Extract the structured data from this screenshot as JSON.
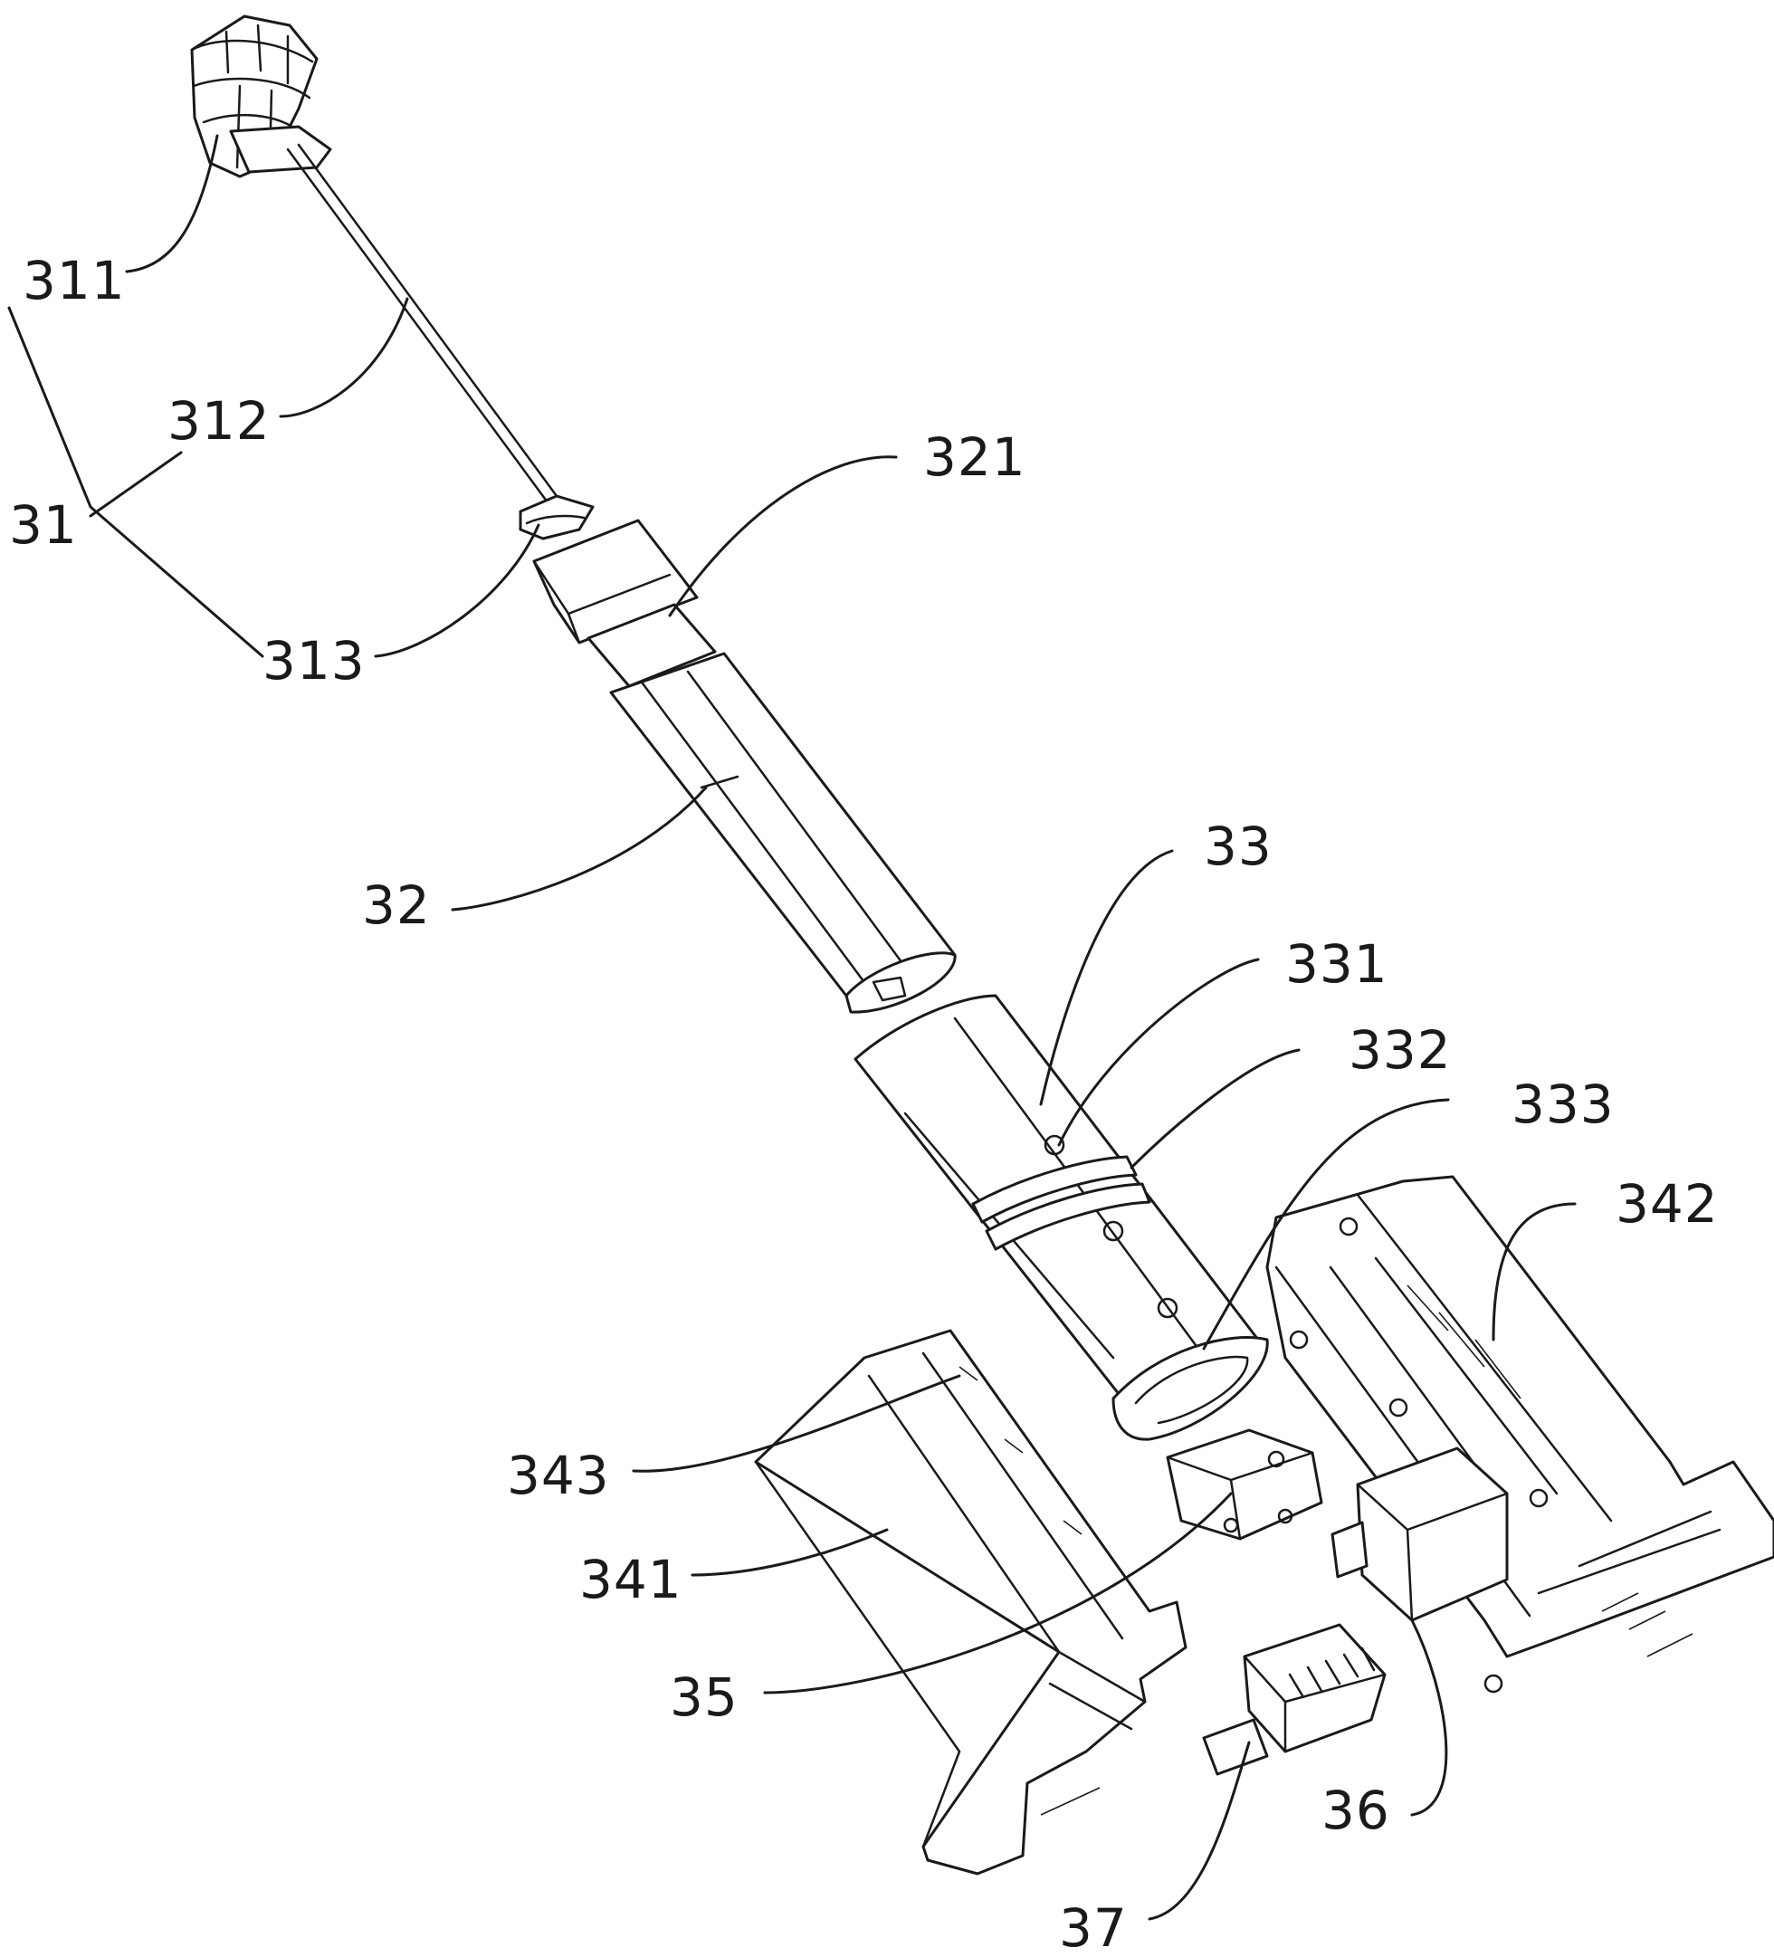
{
  "figure": {
    "labels": {
      "l311": "311",
      "l312": "312",
      "l313": "313",
      "l31": "31",
      "l321": "321",
      "l32": "32",
      "l33": "33",
      "l331": "331",
      "l332": "332",
      "l333": "333",
      "l342": "342",
      "l343": "343",
      "l341": "341",
      "l35": "35",
      "l36": "36",
      "l37": "37"
    }
  }
}
